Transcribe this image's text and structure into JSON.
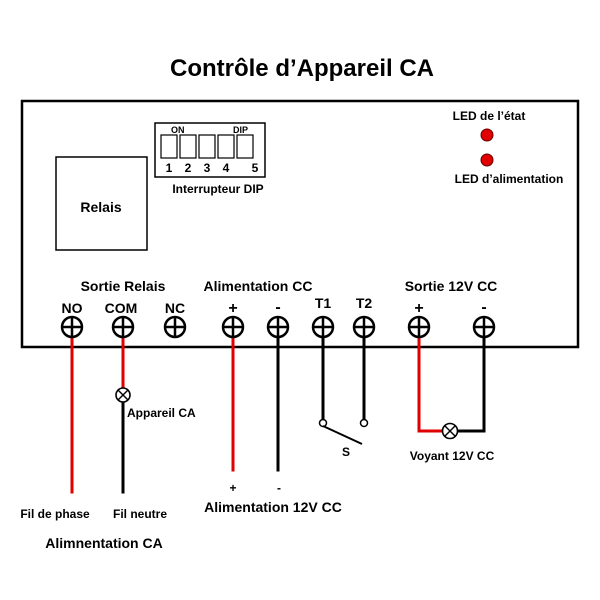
{
  "title": "Contrôle d’Appareil CA",
  "relay_box": {
    "label": "Relais"
  },
  "dip_switch": {
    "on_label": "ON",
    "dip_label": "DIP",
    "numbers": [
      "1",
      "2",
      "3",
      "4",
      "5"
    ],
    "caption": "Interrupteur DIP"
  },
  "leds": {
    "status_label": "LED de l’état",
    "power_label": "LED d’alimentation",
    "color": "#e00000"
  },
  "groups": {
    "relay_output": "Sortie Relais",
    "power_input": "Alimentation CC",
    "output_12v": "Sortie 12V CC"
  },
  "terminals": {
    "no": "NO",
    "com": "COM",
    "nc": "NC",
    "plus": "+",
    "minus": "-",
    "t1": "T1",
    "t2": "T2",
    "out_plus": "+",
    "out_minus": "-"
  },
  "wiring": {
    "ac_device": "Appareil CA",
    "switch_label": "S",
    "indicator": "Voyant 12V CC",
    "dc_plus": "+",
    "dc_minus": "-",
    "dc_supply": "Alimentation 12V CC",
    "phase_wire": "Fil de phase",
    "neutral_wire": "Fil neutre",
    "ac_supply": "Alimnentation CA",
    "red_wire_color": "#e00000",
    "black_wire_color": "#000000"
  }
}
